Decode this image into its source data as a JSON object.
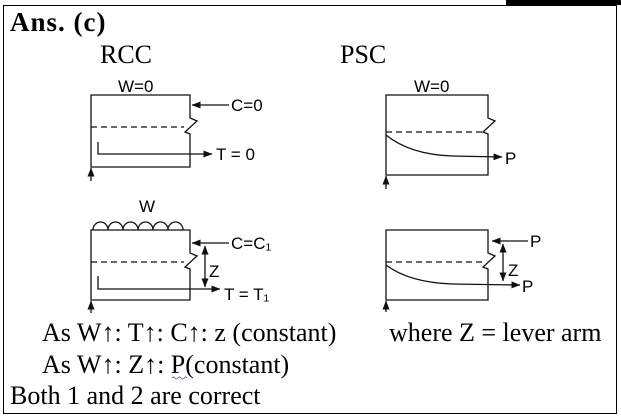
{
  "answer_label": "Ans. (c)",
  "column_headers": {
    "rcc": "RCC",
    "psc": "PSC"
  },
  "diagrams": {
    "rcc_unloaded": {
      "load": "W=0",
      "compression": "C=0",
      "tension": "T = 0"
    },
    "psc_unloaded": {
      "load": "W=0",
      "prestress": "P"
    },
    "rcc_loaded": {
      "load": "W",
      "compression": "C=C₁",
      "lever_arm": "Z",
      "tension": "T = T₁"
    },
    "psc_loaded": {
      "compression": "P",
      "lever_arm": "Z",
      "prestress": "P"
    }
  },
  "statements": [
    "As W↑: T↑: C↑: z (constant)",
    "As W↑: Z↑: P(constant)"
  ],
  "lever_arm_note": "where Z = lever arm",
  "conclusion": "Both 1 and 2 are correct",
  "colors": {
    "ink": "#000000",
    "background": "#ffffff"
  }
}
